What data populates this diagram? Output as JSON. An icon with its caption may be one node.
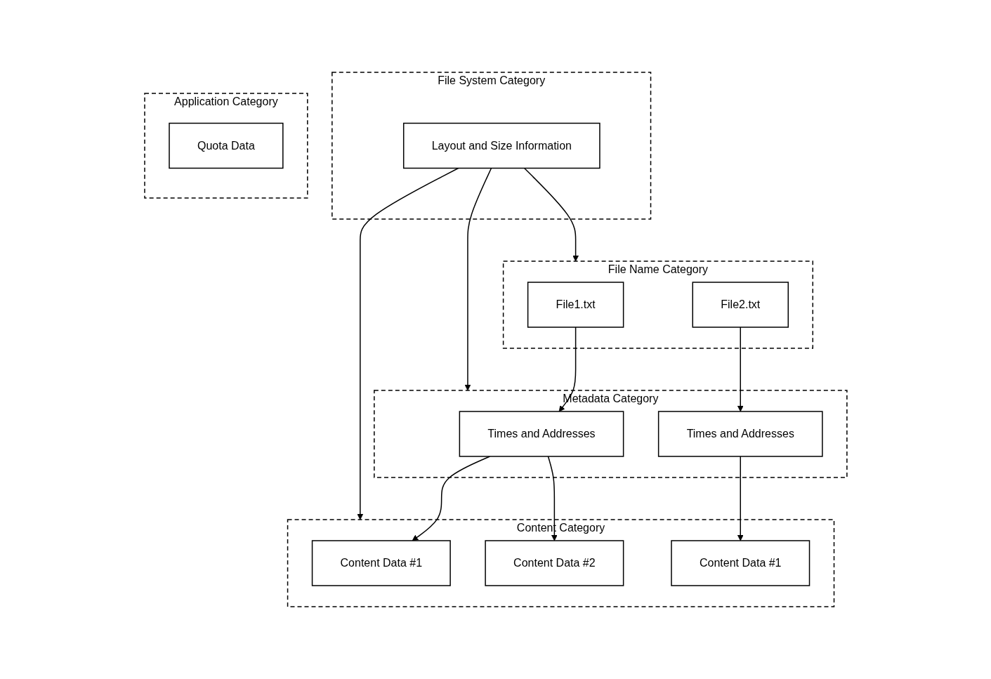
{
  "diagram": {
    "nodes": [
      {
        "text": [
          "File System Category"
        ]
      },
      {
        "text": [
          "Layout and Size Information"
        ],
        "in": 0
      },
      {
        "text": [
          "Application Category"
        ]
      },
      {
        "text": [
          "Quota Data"
        ],
        "in": 2
      },
      {
        "text": [
          "File Name Category"
        ]
      },
      {
        "text": [
          "File1.txt"
        ],
        "in": 4
      },
      {
        "text": [
          "File2.txt"
        ],
        "in": 4
      },
      {
        "text": [
          "Metadata Category"
        ]
      },
      {
        "text": [
          "Times and Addresses"
        ],
        "in": 7
      },
      {
        "text": [
          "Times and Addresses"
        ],
        "in": 7
      },
      {
        "text": [
          "Content Category"
        ]
      },
      {
        "text": [
          "Content Data #1"
        ],
        "in": 10
      },
      {
        "text": [
          "Content Data #2"
        ],
        "in": 10
      },
      {
        "text": [
          "Content Data #1"
        ],
        "in": 10
      }
    ],
    "edges": [
      {
        "from": 1,
        "to": 4,
        "arrow": "to"
      },
      {
        "from": 1,
        "to": 7,
        "arrow": "to"
      },
      {
        "from": 1,
        "to": 10,
        "arrow": "to"
      },
      {
        "from": 5,
        "to": 8,
        "arrow": "to"
      },
      {
        "from": 8,
        "to": 11,
        "arrow": "to"
      },
      {
        "from": 8,
        "to": 12,
        "arrow": "to"
      },
      {
        "from": 6,
        "to": 9,
        "arrow": "to"
      },
      {
        "from": 9,
        "to": 13,
        "arrow": "to"
      }
    ]
  }
}
